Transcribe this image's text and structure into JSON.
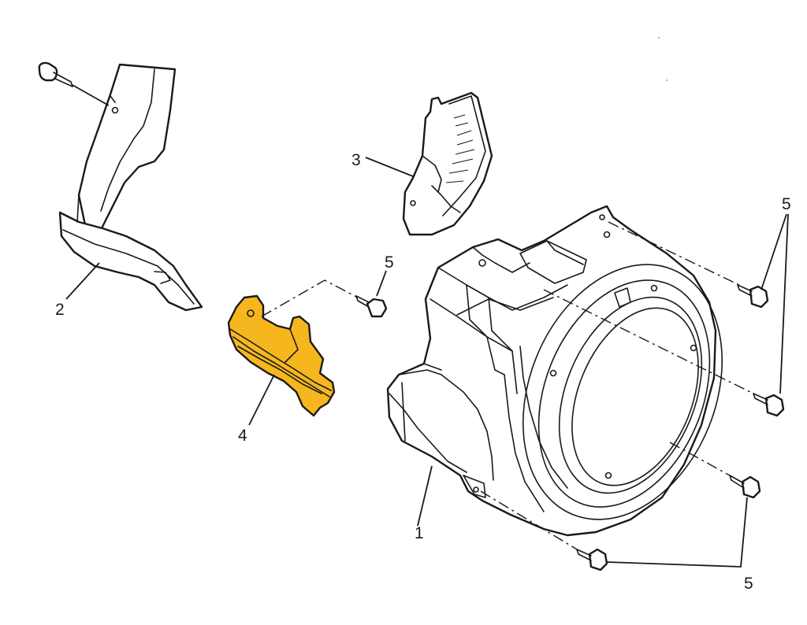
{
  "diagram": {
    "highlight_color": "#f6b71e",
    "line_color": "#1a1a1a",
    "background": "#ffffff",
    "callouts": [
      {
        "id": "c1",
        "label": "1"
      },
      {
        "id": "c2",
        "label": "2"
      },
      {
        "id": "c3",
        "label": "3"
      },
      {
        "id": "c4",
        "label": "4"
      },
      {
        "id": "c5a",
        "label": "5"
      },
      {
        "id": "c5b",
        "label": "5"
      },
      {
        "id": "c5c",
        "label": "5"
      }
    ]
  }
}
